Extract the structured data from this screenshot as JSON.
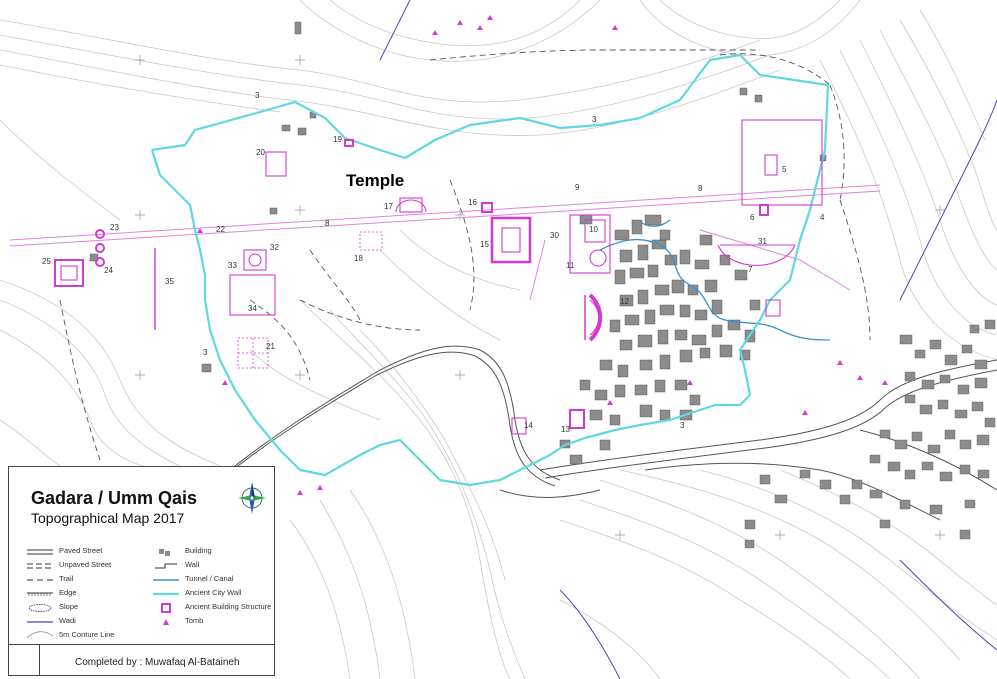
{
  "map": {
    "temple_label": "Temple",
    "colors": {
      "ancient_wall": "#5fd8e0",
      "ancient_structure": "#d23ad2",
      "building": "#8c8c8c",
      "contour": "#c8c8c8",
      "wadi": "#4040c0",
      "tunnel": "#3b8fd0"
    },
    "site_labels": [
      "3",
      "3",
      "3",
      "3",
      "4",
      "5",
      "6",
      "7",
      "8",
      "8",
      "9",
      "10",
      "11",
      "12",
      "13",
      "14",
      "15",
      "16",
      "17",
      "18",
      "19",
      "20",
      "21",
      "22",
      "23",
      "24",
      "25",
      "30",
      "31",
      "32",
      "33",
      "34",
      "35"
    ]
  },
  "legend": {
    "title": "Gadara / Umm Qais",
    "subtitle": "Topographical Map 2017",
    "items": [
      {
        "label": "Paved Street",
        "symbol": "double-line"
      },
      {
        "label": "Unpaved Street",
        "symbol": "dashed-double-line"
      },
      {
        "label": "Trail",
        "symbol": "dashed-line"
      },
      {
        "label": "Edge",
        "symbol": "hatched-line"
      },
      {
        "label": "Slope",
        "symbol": "slope-ellipse"
      },
      {
        "label": "Wadi",
        "symbol": "blue-line"
      },
      {
        "label": "5m Conture Line",
        "symbol": "curve-line"
      },
      {
        "label": "Building",
        "symbol": "gray-blocks"
      },
      {
        "label": "Wall",
        "symbol": "wall-line"
      },
      {
        "label": "Tunnel / Canal",
        "symbol": "tunnel-line"
      },
      {
        "label": "Ancient City Wall",
        "symbol": "cyan-line"
      },
      {
        "label": "Ancient Building Structure",
        "symbol": "magenta-structure"
      },
      {
        "label": "Tomb",
        "symbol": "magenta-triangle"
      }
    ],
    "compass_icon": "compass-rose-icon",
    "footer": "Completed by : Muwafaq Al-Bataineh"
  }
}
